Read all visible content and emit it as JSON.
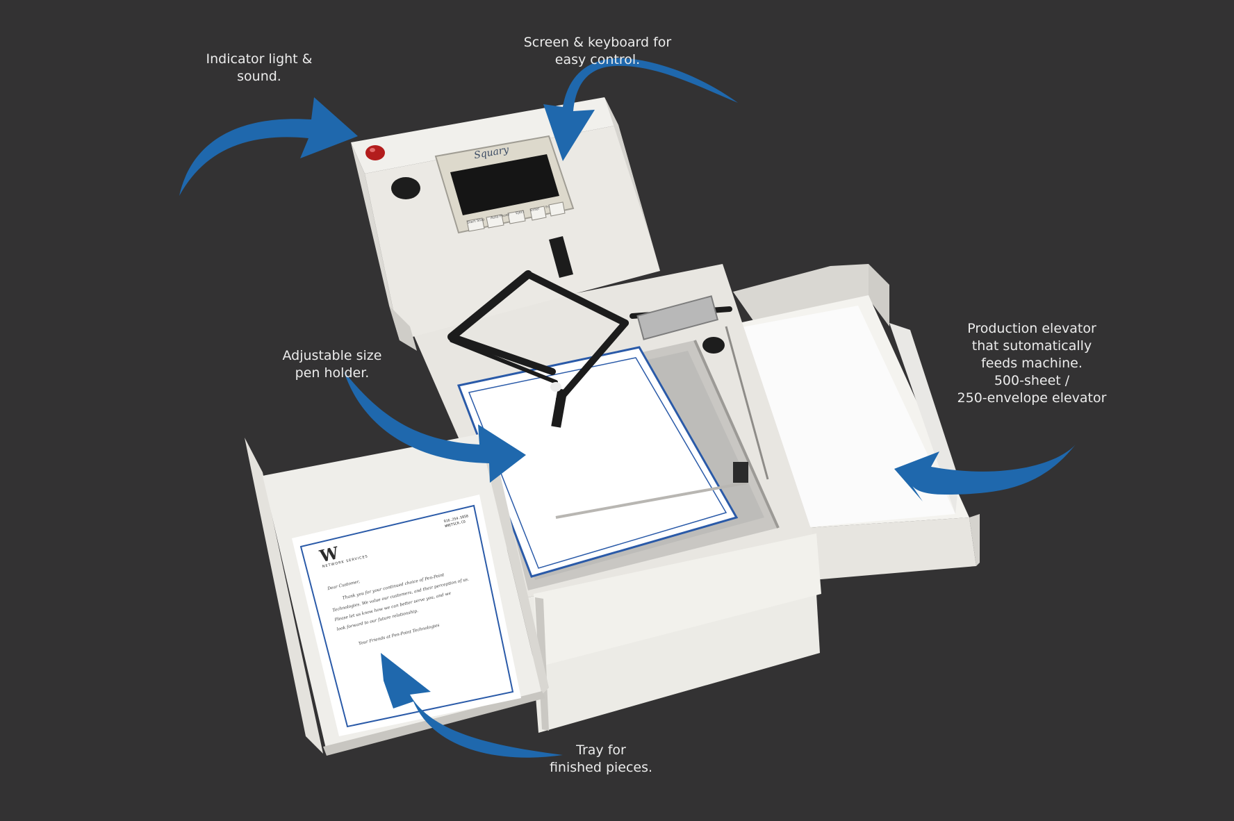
{
  "colors": {
    "background": "#333233",
    "arrow": "#1f68ad",
    "machine_body": "#efeeea",
    "label_text": "#ececec"
  },
  "callouts": {
    "indicator": {
      "lines": [
        "Indicator light &",
        "sound."
      ]
    },
    "screen": {
      "lines": [
        "Screen & keyboard for",
        "easy control."
      ]
    },
    "pen_holder": {
      "lines": [
        "Adjustable size",
        "pen holder."
      ]
    },
    "elevator": {
      "lines": [
        "Production elevator",
        "that sutomatically",
        "feeds machine.",
        "500-sheet /",
        "250-envelope elevator"
      ]
    },
    "tray": {
      "lines": [
        "Tray for",
        "finished pieces."
      ]
    }
  },
  "device": {
    "logo_text": "Squary",
    "keys": [
      "Start Stop",
      "Auto Pause",
      "Eject",
      "Enter",
      "Fn"
    ]
  },
  "letterhead": {
    "brand_initial": "W",
    "brand_name": "NETWORK SERVICES",
    "contact_lines": [
      "916.254.5858",
      "WNETSCR.CO"
    ],
    "greeting": "Dear Customer,",
    "body_lines": [
      "Thank you for your continued choice of Pen-Point",
      "Technologies. We value our customers, and their perception of us.",
      "Please let us know how we can better serve you, and we",
      "look forward to our future relationship."
    ],
    "signoff": "Your Friends at Pen-Point Technologies"
  }
}
